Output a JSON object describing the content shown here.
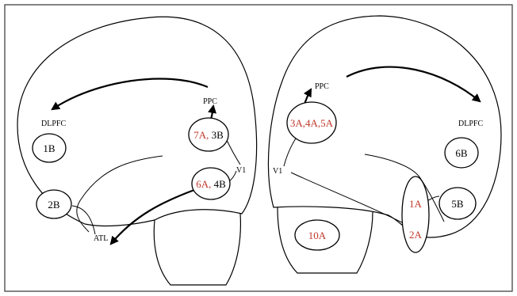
{
  "colors": {
    "highlight": "#c0392b",
    "ink": "#000000"
  },
  "left": {
    "labels": {
      "ppc": "PPC",
      "dlpfc": "DLPFC",
      "v1": "V1",
      "atl": "ATL"
    },
    "regions": {
      "r1": {
        "black": "1B"
      },
      "r2": {
        "black": "2B"
      },
      "r3": {
        "red": "7A,",
        "black": " 3B"
      },
      "r4": {
        "red": "6A,",
        "black": " 4B"
      }
    }
  },
  "right": {
    "labels": {
      "ppc": "PPC",
      "dlpfc": "DLPFC",
      "v1": "V1"
    },
    "regions": {
      "r1": {
        "red": "3A,4A,5A"
      },
      "r2": {
        "black": "6B"
      },
      "r3": {
        "black": "5B"
      },
      "r4": {
        "red": "1A"
      },
      "r5": {
        "red": "2A"
      },
      "r6": {
        "red": "10A"
      }
    }
  }
}
